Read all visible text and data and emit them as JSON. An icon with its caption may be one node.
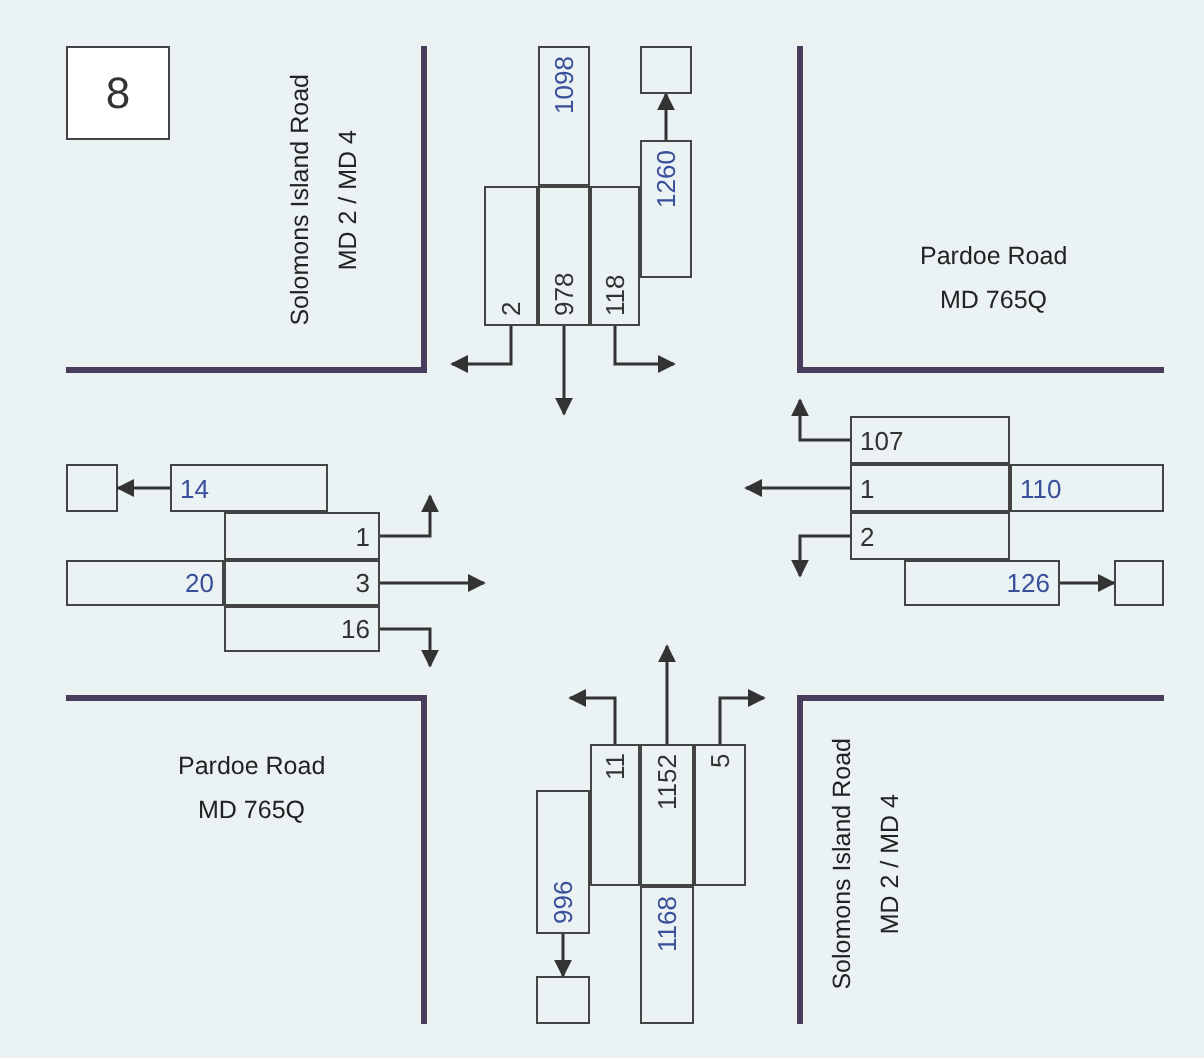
{
  "diagram": {
    "nodes": [
      {
        "text": [
          "8"
        ]
      },
      {
        "text": [],
        "shape": "box"
      },
      {
        "text": [
          "1098"
        ]
      },
      {
        "text": [
          "1260"
        ]
      },
      {
        "text": [
          "2"
        ]
      },
      {
        "text": [
          "978"
        ]
      },
      {
        "text": [
          "118"
        ]
      },
      {
        "text": [
          "107"
        ]
      },
      {
        "text": [],
        "shape": "box"
      },
      {
        "text": [
          "14"
        ]
      },
      {
        "text": [
          "1"
        ]
      },
      {
        "text": [
          "110"
        ]
      },
      {
        "text": [
          "1"
        ]
      },
      {
        "text": [
          "2"
        ]
      },
      {
        "text": [
          "20"
        ]
      },
      {
        "text": [
          "3"
        ]
      },
      {
        "text": [
          "126"
        ]
      },
      {
        "text": [],
        "shape": "box"
      },
      {
        "text": [
          "16"
        ]
      },
      {
        "text": [
          "11"
        ]
      },
      {
        "text": [
          "1152"
        ]
      },
      {
        "text": [
          "5"
        ]
      },
      {
        "text": [
          "996"
        ]
      },
      {
        "text": [
          "1168"
        ]
      },
      {
        "text": [],
        "shape": "box"
      }
    ],
    "edges": [
      {
        "from": 3,
        "to": 1,
        "arrow": "to"
      },
      {
        "from": 4,
        "to": null,
        "arrow": "to"
      },
      {
        "from": 5,
        "to": null,
        "arrow": "to"
      },
      {
        "from": 6,
        "to": null,
        "arrow": "to"
      },
      {
        "from": 9,
        "to": 8,
        "arrow": "to"
      },
      {
        "from": 7,
        "to": null,
        "arrow": "to"
      },
      {
        "from": 10,
        "to": null,
        "arrow": "to"
      },
      {
        "from": 12,
        "to": null,
        "arrow": "to"
      },
      {
        "from": 13,
        "to": null,
        "arrow": "to"
      },
      {
        "from": 15,
        "to": null,
        "arrow": "to"
      },
      {
        "from": 16,
        "to": 17,
        "arrow": "to"
      },
      {
        "from": 18,
        "to": null,
        "arrow": "to"
      },
      {
        "from": 19,
        "to": null,
        "arrow": "to"
      },
      {
        "from": 20,
        "to": null,
        "arrow": "to"
      },
      {
        "from": 21,
        "to": null,
        "arrow": "to"
      },
      {
        "from": 22,
        "to": 24,
        "arrow": "to"
      }
    ],
    "labels": [
      "Solomons Island Road",
      "MD 2 / MD 4",
      "Pardoe Road",
      "MD 765Q",
      "Pardoe Road",
      "MD 765Q",
      "Solomons Island Road",
      "MD 2 / MD 4"
    ]
  }
}
